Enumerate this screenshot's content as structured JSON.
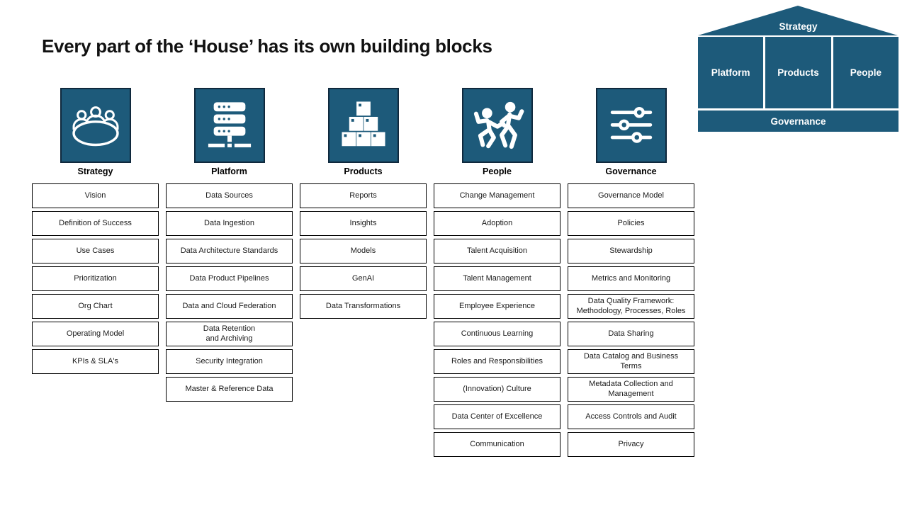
{
  "title": "Every part of the ‘House’ has its own building blocks",
  "colors": {
    "teal": "#1d5a7a",
    "tile_border": "#10293d",
    "box_border": "#000000"
  },
  "house": {
    "roof": "Strategy",
    "pillars": [
      "Platform",
      "Products",
      "People"
    ],
    "foundation": "Governance"
  },
  "columns": [
    {
      "label": "Strategy",
      "icon": "meeting-table-icon",
      "items": [
        "Vision",
        "Definition of Success",
        "Use Cases",
        "Prioritization",
        "Org Chart",
        "Operating Model",
        "KPIs & SLA's"
      ]
    },
    {
      "label": "Platform",
      "icon": "server-stack-icon",
      "items": [
        "Data Sources",
        "Data Ingestion",
        "Data Architecture Standards",
        "Data Product Pipelines",
        "Data and Cloud Federation",
        "Data Retention\nand Archiving",
        "Security Integration",
        "Master & Reference Data"
      ]
    },
    {
      "label": "Products",
      "icon": "stacked-boxes-icon",
      "items": [
        "Reports",
        "Insights",
        "Models",
        "GenAI",
        "Data Transformations"
      ]
    },
    {
      "label": "People",
      "icon": "dancing-people-icon",
      "items": [
        "Change Management",
        "Adoption",
        "Talent Acquisition",
        "Talent Management",
        "Employee Experience",
        "Continuous Learning",
        "Roles and Responsibilities",
        "(Innovation) Culture",
        "Data Center of Excellence",
        "Communication"
      ]
    },
    {
      "label": "Governance",
      "icon": "sliders-icon",
      "items": [
        "Governance Model",
        "Policies",
        "Stewardship",
        "Metrics and Monitoring",
        "Data Quality Framework:\nMethodology, Processes, Roles",
        "Data Sharing",
        "Data Catalog and Business Terms",
        "Metadata Collection and\nManagement",
        "Access Controls and Audit",
        "Privacy"
      ]
    }
  ]
}
